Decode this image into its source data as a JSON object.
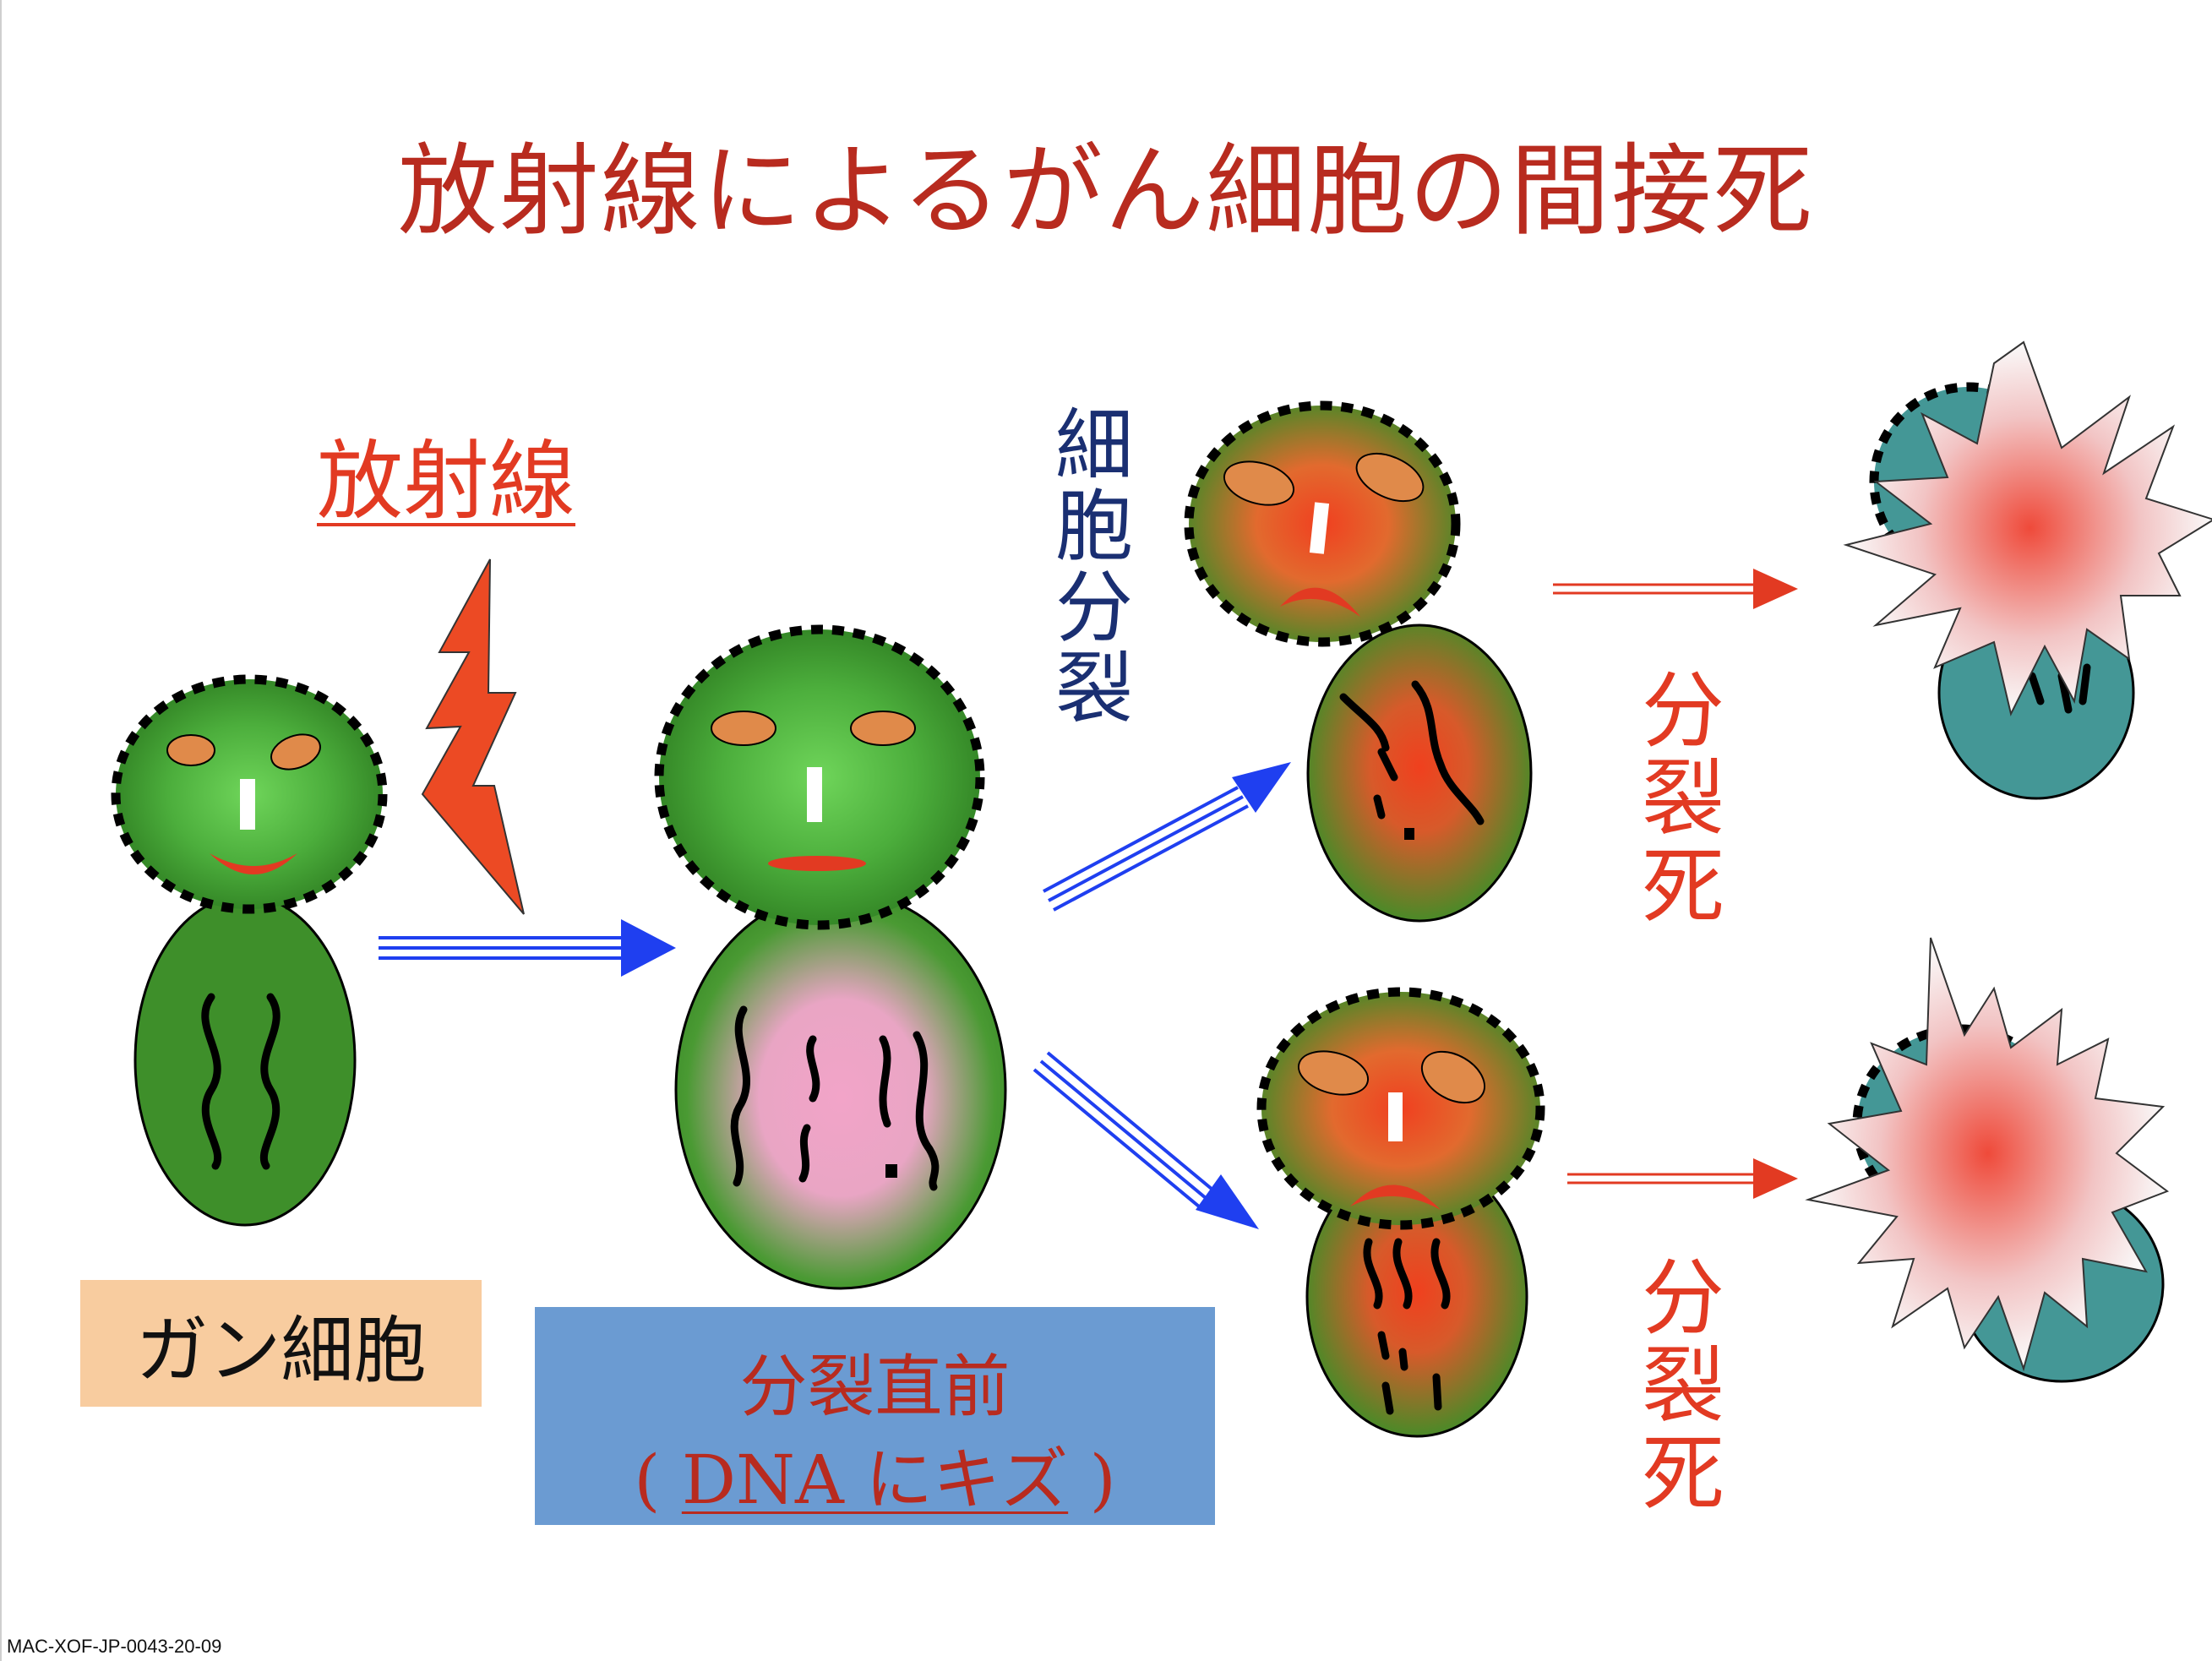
{
  "title": "放射線によるがん細胞の間接死",
  "radiation_label": "放射線",
  "division_label": "細胞分裂",
  "cancer_cell_label": "ガン細胞",
  "pre_division": {
    "line1": "分裂直前",
    "paren_open": "( ",
    "dna_damage": "DNA にキズ",
    "paren_close": " )"
  },
  "death_label_top": "分裂死",
  "death_label_bottom": "分裂死",
  "footer_code": "MAC-XOF-JP-0043-20-09",
  "colors": {
    "title": "#b82b1f",
    "accent_red": "#e23a22",
    "cell_green": "#3e8f2a",
    "cell_light_green": "#5cc24a",
    "arrow_blue": "#1f3ff0",
    "dead_teal": "#449796",
    "label_peach": "#f8cc9f",
    "label_blue": "#6b9bd2"
  }
}
